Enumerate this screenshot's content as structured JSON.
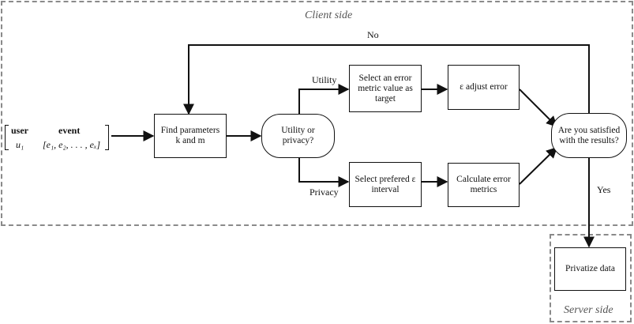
{
  "regions": {
    "client": {
      "label": "Client side"
    },
    "server": {
      "label": "Server side"
    }
  },
  "input_matrix": {
    "headers": [
      "user",
      "event"
    ],
    "row": [
      "u₁",
      "[e₁, e₂, . . . , eₓ]"
    ]
  },
  "nodes": {
    "find_params": "Find parameters k and m",
    "utility_or_privacy": "Utility or privacy?",
    "select_error_metric": "Select an error metric value as target",
    "adjust_error": "ε adjust error",
    "select_interval": "Select prefered ε interval",
    "calc_error_metrics": "Calculate error metrics",
    "satisfied": "Are you satisfied with the results?",
    "privatize": "Privatize data"
  },
  "edge_labels": {
    "no": "No",
    "yes": "Yes",
    "utility": "Utility",
    "privacy": "Privacy"
  }
}
